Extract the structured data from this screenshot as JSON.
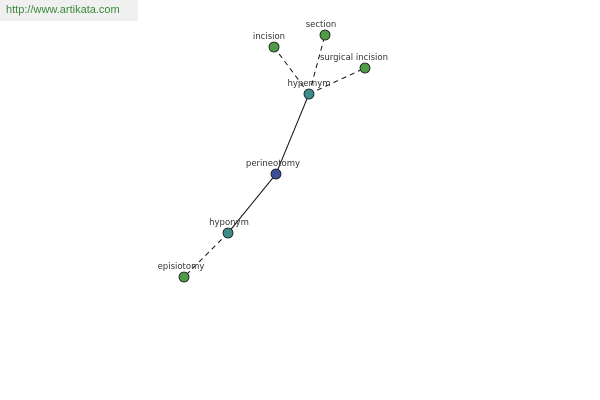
{
  "watermark": "http://www.artikata.com",
  "colors": {
    "center_node": "#3d4f99",
    "relation_node": "#3f8a8a",
    "term_node": "#4e9a46",
    "node_stroke": "#1a1a1a",
    "edge": "#111111"
  },
  "nodes": [
    {
      "id": "perineotomy",
      "label": "perineotomy",
      "kind": "center"
    },
    {
      "id": "hypernym",
      "label": "hypernym",
      "kind": "relation"
    },
    {
      "id": "hyponym",
      "label": "hyponym",
      "kind": "relation"
    },
    {
      "id": "incision",
      "label": "incision",
      "kind": "term"
    },
    {
      "id": "section",
      "label": "section",
      "kind": "term"
    },
    {
      "id": "surgical_incision",
      "label": "surgical incision",
      "kind": "term"
    },
    {
      "id": "episiotomy",
      "label": "episiotomy",
      "kind": "term"
    }
  ],
  "edges": [
    {
      "from": "perineotomy",
      "to": "hypernym",
      "style": "solid"
    },
    {
      "from": "perineotomy",
      "to": "hyponym",
      "style": "solid"
    },
    {
      "from": "hypernym",
      "to": "incision",
      "style": "dashed"
    },
    {
      "from": "hypernym",
      "to": "section",
      "style": "dashed"
    },
    {
      "from": "hypernym",
      "to": "surgical_incision",
      "style": "dashed"
    },
    {
      "from": "hyponym",
      "to": "episiotomy",
      "style": "dashed"
    }
  ]
}
